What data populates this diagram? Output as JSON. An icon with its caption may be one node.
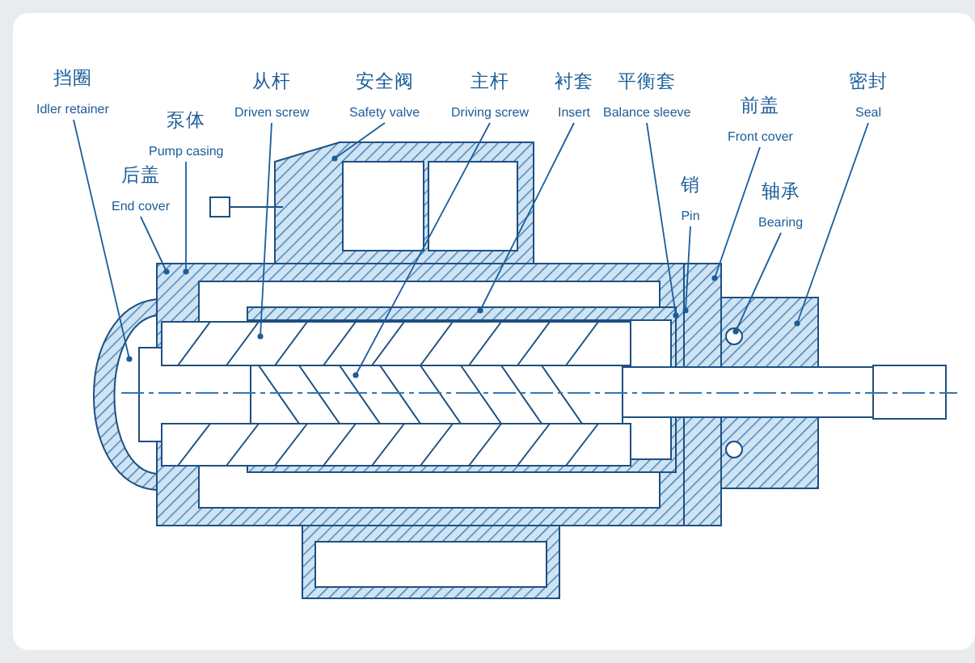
{
  "diagram": {
    "nodes": [
      {
        "text": [
          "挡圈",
          "Idler retainer"
        ]
      },
      {
        "text": [
          "泵体",
          "Pump casing"
        ]
      },
      {
        "text": [
          "后盖",
          "End cover"
        ]
      },
      {
        "text": [
          "从杆",
          "Driven screw"
        ]
      },
      {
        "text": [
          "安全阀",
          "Safety valve"
        ]
      },
      {
        "text": [
          "主杆",
          "Driving screw"
        ]
      },
      {
        "text": [
          "衬套",
          "Insert"
        ]
      },
      {
        "text": [
          "平衡套",
          "Balance sleeve"
        ]
      },
      {
        "text": [
          "销",
          "Pin"
        ]
      },
      {
        "text": [
          "前盖",
          "Front cover"
        ]
      },
      {
        "text": [
          "轴承",
          "Bearing"
        ]
      },
      {
        "text": [
          "密封",
          "Seal"
        ]
      }
    ],
    "edges": [
      {
        "from": 0,
        "to": null,
        "arrow": "other"
      },
      {
        "from": 1,
        "to": null,
        "arrow": "other"
      },
      {
        "from": 2,
        "to": null,
        "arrow": "other"
      },
      {
        "from": 3,
        "to": null,
        "arrow": "other"
      },
      {
        "from": 4,
        "to": null,
        "arrow": "other"
      },
      {
        "from": 5,
        "to": null,
        "arrow": "other"
      },
      {
        "from": 6,
        "to": null,
        "arrow": "other"
      },
      {
        "from": 7,
        "to": null,
        "arrow": "other"
      },
      {
        "from": 8,
        "to": null,
        "arrow": "other"
      },
      {
        "from": 9,
        "to": null,
        "arrow": "other"
      },
      {
        "from": 10,
        "to": null,
        "arrow": "other"
      },
      {
        "from": 11,
        "to": null,
        "arrow": "other"
      }
    ]
  }
}
